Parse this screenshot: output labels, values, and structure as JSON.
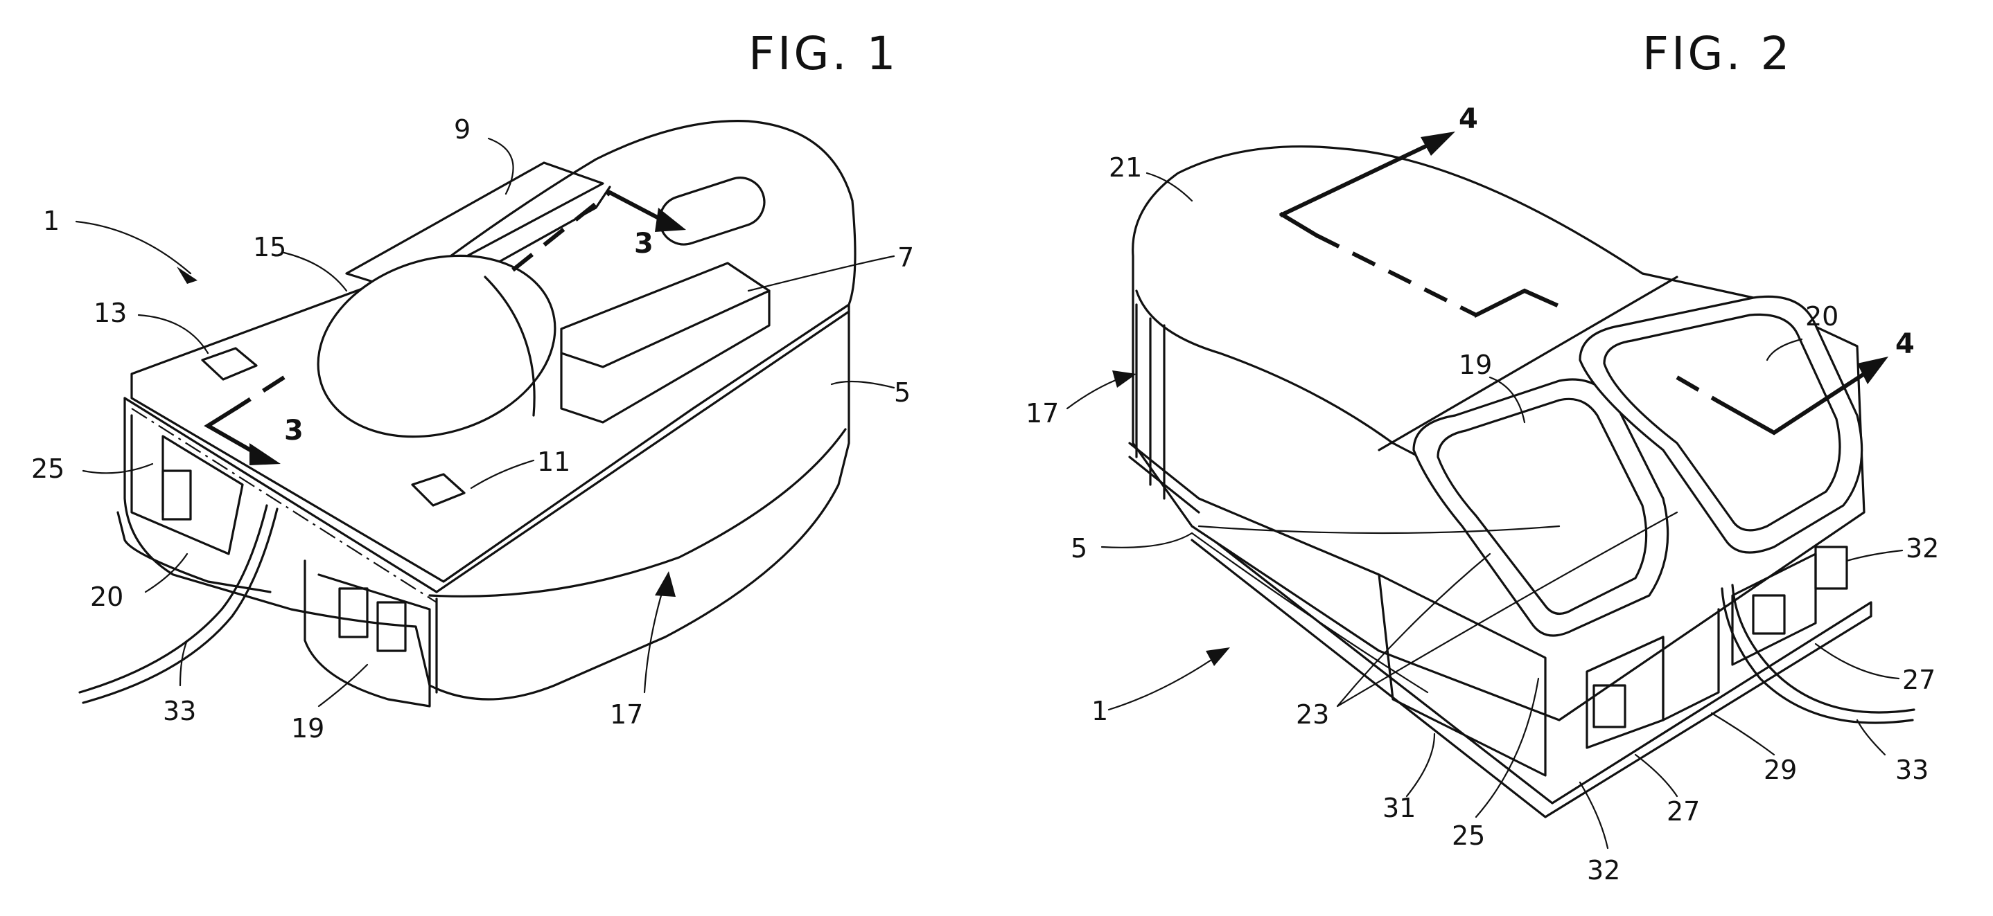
{
  "fig1": {
    "title": "FIG. 1",
    "labels": {
      "l1": "1",
      "l9": "9",
      "l3a": "3",
      "l15": "15",
      "l7": "7",
      "l13": "13",
      "l5": "5",
      "l3b": "3",
      "l11": "11",
      "l25": "25",
      "l20": "20",
      "l33": "33",
      "l19": "19",
      "l17": "17"
    }
  },
  "fig2": {
    "title": "FIG. 2",
    "labels": {
      "l4a": "4",
      "l21": "21",
      "l20": "20",
      "l4b": "4",
      "l19": "19",
      "l17": "17",
      "l32a": "32",
      "l5": "5",
      "l27a": "27",
      "l1": "1",
      "l23": "23",
      "l33": "33",
      "l29": "29",
      "l31": "31",
      "l27b": "27",
      "l25": "25",
      "l32b": "32"
    }
  }
}
